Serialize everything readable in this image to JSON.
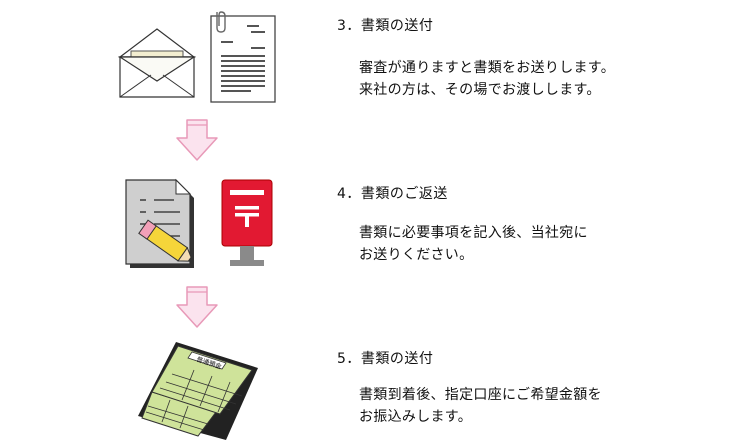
{
  "steps": [
    {
      "title": "3．書類の送付",
      "lines": [
        "審査が通りますと書類をお送りします。",
        "来社の方は、その場でお渡しします。"
      ]
    },
    {
      "title": "4．書類のご返送",
      "lines": [
        "書類に必要事項を記入後、当社宛に",
        "お送りください。"
      ]
    },
    {
      "title": "5．書類の送付",
      "lines": [
        "書類到着後、指定口座にご希望金額を",
        "お振込みします。"
      ]
    }
  ],
  "passbook_label": "普通預金",
  "icons": {
    "envelope": "open-envelope-icon",
    "document": "clipped-document-icon",
    "form": "form-with-pencil-icon",
    "postbox": "red-postbox-icon",
    "passbook": "bank-passbook-icon",
    "arrow": "down-arrow-icon"
  },
  "colors": {
    "arrow_fill": "#fbe3ee",
    "arrow_stroke": "#e899b8",
    "postbox_red": "#e21932",
    "passbook_green": "#cfe39a"
  }
}
